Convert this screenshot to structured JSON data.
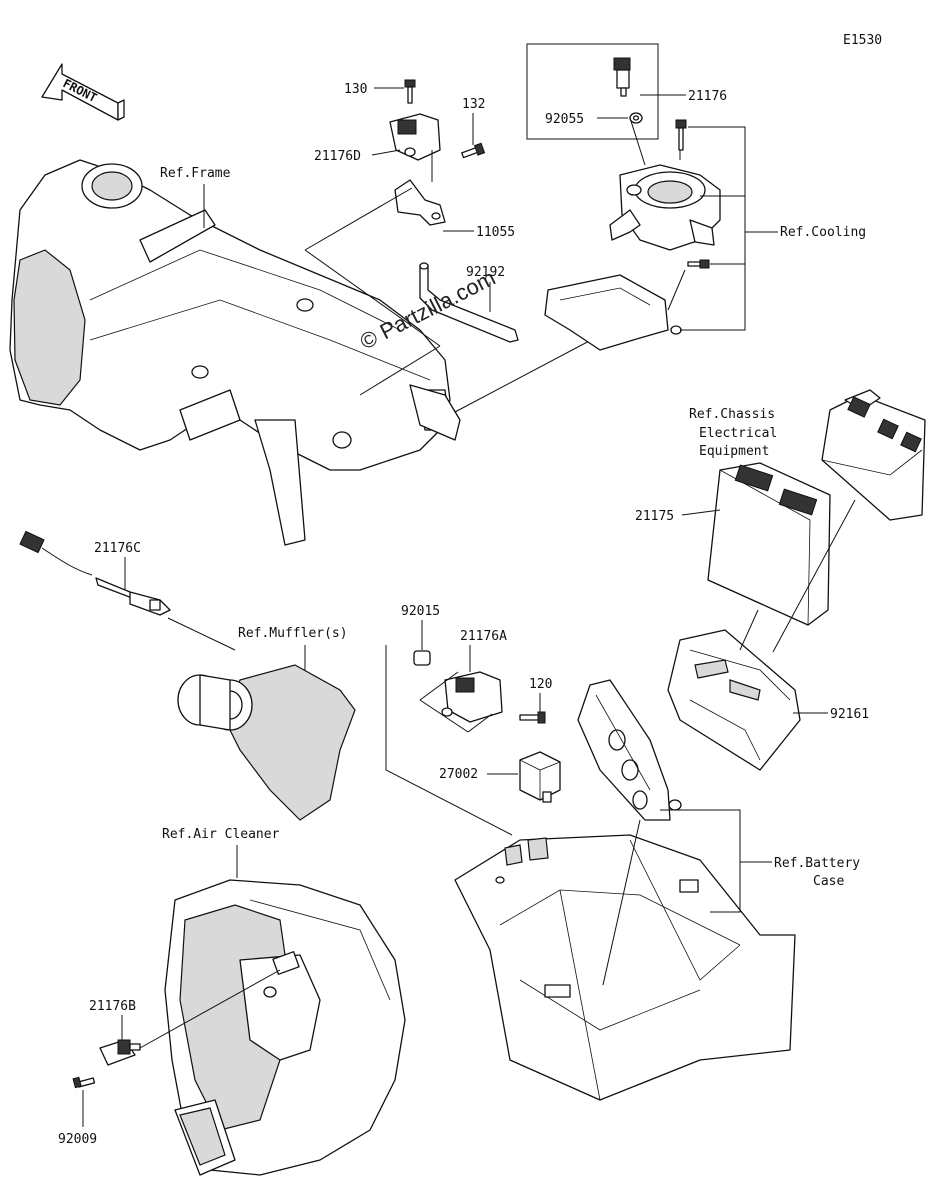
{
  "diagram": {
    "code": "E1530",
    "watermark": "© Partzilla.com",
    "front_label": "FRONT",
    "parts": {
      "p130": "130",
      "p132": "132",
      "p21176D": "21176D",
      "p11055": "11055",
      "p92192": "92192",
      "p21176": "21176",
      "p92055": "92055",
      "p21176C": "21176C",
      "p92015": "92015",
      "p21176A": "21176A",
      "p120": "120",
      "p27002": "27002",
      "p21175": "21175",
      "p92161": "92161",
      "p21176B": "21176B",
      "p92009": "92009"
    },
    "refs": {
      "frame": "Ref.Frame",
      "cooling": "Ref.Cooling",
      "chassis_1": "Ref.Chassis",
      "chassis_2": "Electrical",
      "chassis_3": "Equipment",
      "muffler": "Ref.Muffler(s)",
      "air_cleaner": "Ref.Air Cleaner",
      "battery_1": "Ref.Battery",
      "battery_2": "Case"
    }
  }
}
